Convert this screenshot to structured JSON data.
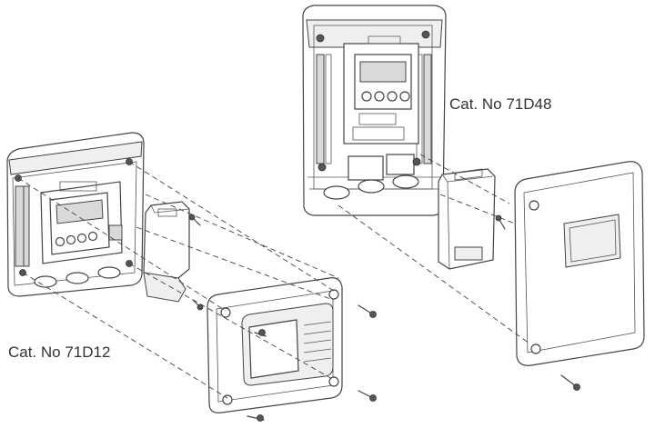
{
  "labels": {
    "large_unit": "Cat. No 71D48",
    "small_unit": "Cat. No 71D12"
  },
  "colors": {
    "line": "#444444",
    "background": "#ffffff",
    "shade": "#d9d9d9",
    "text": "#333333"
  },
  "parts": {
    "large_unit": [
      "base-enclosure",
      "display-board",
      "battery-pack",
      "front-cover",
      "screws"
    ],
    "small_unit": [
      "base-enclosure",
      "display-board",
      "battery-pack",
      "front-cover",
      "screws"
    ]
  }
}
